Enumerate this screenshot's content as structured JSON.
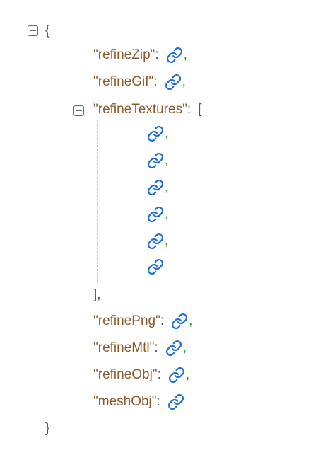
{
  "json_viewer": {
    "root_open": "{",
    "root_close": "}",
    "entries": {
      "refine_zip": "\"refineZip\"",
      "refine_gif": "\"refineGif\"",
      "refine_textures": "\"refineTextures\"",
      "refine_png": "\"refinePng\"",
      "refine_mtl": "\"refineMtl\"",
      "refine_obj": "\"refineObj\"",
      "mesh_obj": "\"meshObj\""
    },
    "colon": ":",
    "comma": ",",
    "array_open": "[",
    "array_close": "],",
    "link_icon": "link-icon",
    "colors": {
      "key": "#8a5a2b",
      "link": "#1f6fd6",
      "comma": "#2e9a3a",
      "guide": "#c4c4c4"
    }
  }
}
